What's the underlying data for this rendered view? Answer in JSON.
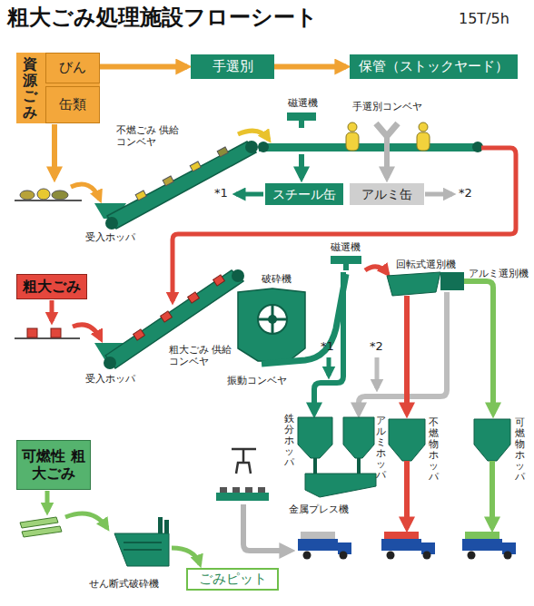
{
  "diagram": {
    "title": "粗大ごみ処理施設フローシート",
    "nodes": [
      {
        "text": [
          "資源ごみ"
        ]
      },
      {
        "text": [
          "びん"
        ],
        "in": 0
      },
      {
        "text": [
          "缶類"
        ],
        "in": 0
      },
      {
        "text": [
          "手選別"
        ]
      },
      {
        "text": [
          "保管（ストックヤード）"
        ]
      },
      {
        "text": [
          "スチール缶"
        ]
      },
      {
        "text": [
          "アルミ缶"
        ]
      },
      {
        "text": [
          "粗大ごみ"
        ]
      },
      {
        "text": [
          "可燃性 粗大ごみ"
        ]
      },
      {
        "text": [
          "ごみピット"
        ]
      }
    ],
    "edges": [
      {
        "from": 1,
        "to": 3,
        "arrow": "to"
      },
      {
        "from": 3,
        "to": 4,
        "arrow": "to"
      }
    ],
    "labels": [
      "15T/5h",
      "不燃ごみ 供給コンベヤ",
      "磁選機",
      "手選別コンベヤ",
      "*1",
      "*2",
      "受入ホッパ",
      "破砕機",
      "磁選機",
      "回転式選別機",
      "アルミ選別機",
      "粗大ごみ 供給コンベヤ",
      "受入ホッパ",
      "振動コンベヤ",
      "*1",
      "*2",
      "鉄分ホッパ",
      "アルミホッパ",
      "不燃物ホッパ",
      "可燃物ホッパ",
      "金属プレス機",
      "せん断式破砕機"
    ]
  }
}
